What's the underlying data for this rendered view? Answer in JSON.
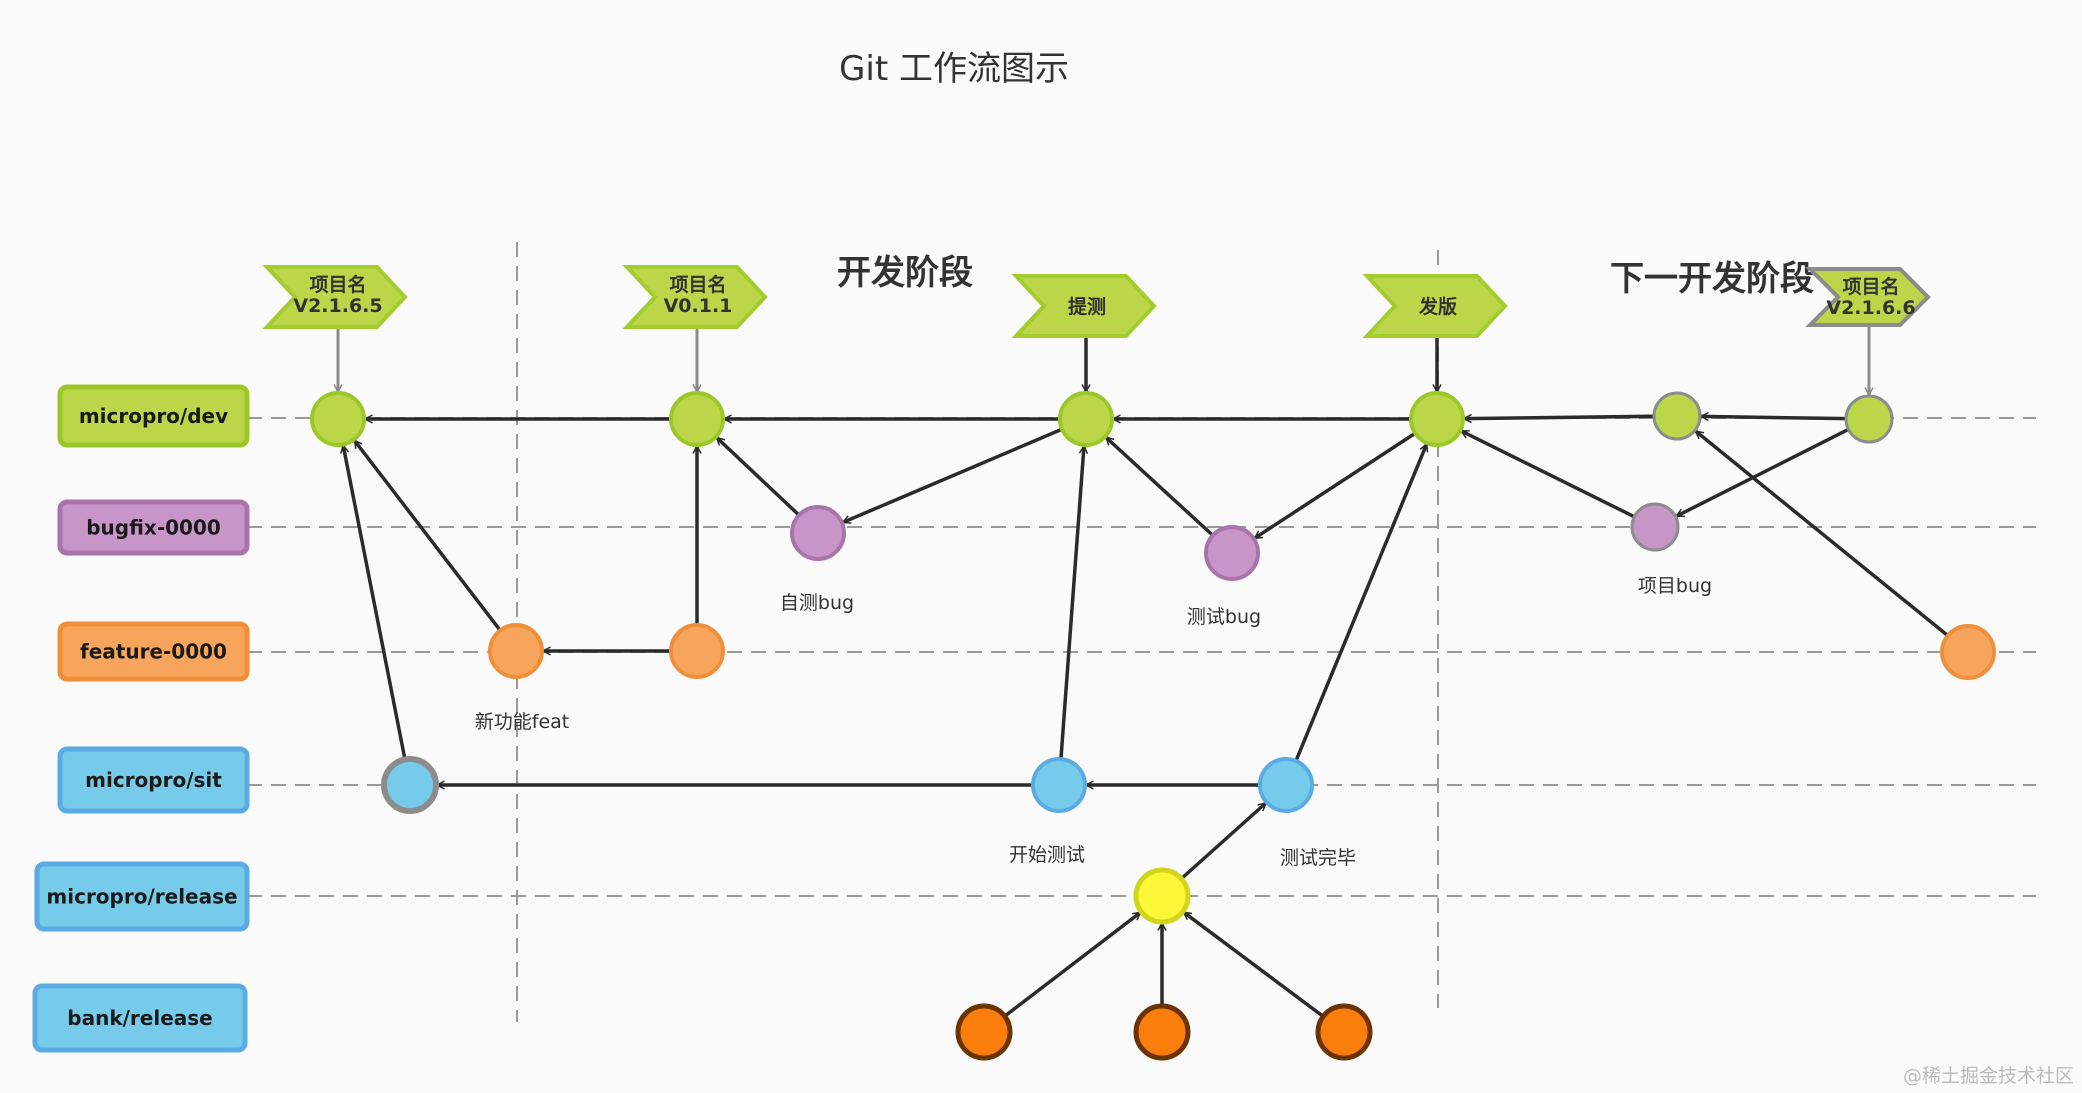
{
  "title": "Git 工作流图示",
  "phases": [
    {
      "id": "dev-phase",
      "label": "开发阶段"
    },
    {
      "id": "next-dev-phase",
      "label": "下一开发阶段"
    }
  ],
  "watermark": "@稀土掘金技术社区",
  "branches": [
    {
      "id": "dev",
      "label": "micropro/dev",
      "fill": "#bcd64a",
      "stroke": "#9cc729"
    },
    {
      "id": "bugfix",
      "label": "bugfix-0000",
      "fill": "#c795c8",
      "stroke": "#a775aa"
    },
    {
      "id": "feature",
      "label": "feature-0000",
      "fill": "#f7a55c",
      "stroke": "#ef8f3a"
    },
    {
      "id": "sit",
      "label": "micropro/sit",
      "fill": "#77cbea",
      "stroke": "#5aabe3"
    },
    {
      "id": "release",
      "label": "micropro/release",
      "fill": "#77cbea",
      "stroke": "#5aabe3"
    },
    {
      "id": "bank",
      "label": "bank/release",
      "fill": "#77cbea",
      "stroke": "#5aabe3"
    }
  ],
  "tags": [
    {
      "id": "tag-v2165",
      "lines": [
        "项目名",
        "V2.1.6.5"
      ],
      "target": "dev1",
      "style": "green",
      "arrow": "gray"
    },
    {
      "id": "tag-v011",
      "lines": [
        "项目名",
        "V0.1.1"
      ],
      "target": "dev2",
      "style": "green",
      "arrow": "gray"
    },
    {
      "id": "tag-submit-test",
      "lines": [
        "提测"
      ],
      "target": "dev3",
      "style": "green",
      "arrow": "dark"
    },
    {
      "id": "tag-release",
      "lines": [
        "发版"
      ],
      "target": "dev4",
      "style": "green",
      "arrow": "dark"
    },
    {
      "id": "tag-v2166",
      "lines": [
        "项目名",
        "V2.1.6.6"
      ],
      "target": "dev6",
      "style": "gray",
      "arrow": "gray"
    }
  ],
  "nodes": [
    {
      "id": "dev1",
      "branch": "dev",
      "label": ""
    },
    {
      "id": "dev2",
      "branch": "dev",
      "label": ""
    },
    {
      "id": "dev3",
      "branch": "dev",
      "label": ""
    },
    {
      "id": "dev4",
      "branch": "dev",
      "label": ""
    },
    {
      "id": "dev5",
      "branch": "dev",
      "label": "",
      "next_phase": true
    },
    {
      "id": "dev6",
      "branch": "dev",
      "label": "",
      "next_phase": true
    },
    {
      "id": "bug1",
      "branch": "bugfix",
      "label": "自测bug"
    },
    {
      "id": "bug2",
      "branch": "bugfix",
      "label": "测试bug"
    },
    {
      "id": "bug3",
      "branch": "bugfix",
      "label": "项目bug",
      "next_phase": true
    },
    {
      "id": "feat1",
      "branch": "feature",
      "label": "新功能feat"
    },
    {
      "id": "feat2",
      "branch": "feature",
      "label": ""
    },
    {
      "id": "feat3",
      "branch": "feature",
      "label": ""
    },
    {
      "id": "sit1",
      "branch": "sit",
      "label": "",
      "gray_ring": true
    },
    {
      "id": "sit2",
      "branch": "sit",
      "label": "开始测试"
    },
    {
      "id": "sit3",
      "branch": "sit",
      "label": "测试完毕"
    },
    {
      "id": "rel1",
      "branch": "release",
      "label": "",
      "color": "yellow"
    },
    {
      "id": "bank1",
      "branch": "bank",
      "label": "",
      "color": "dark-orange"
    },
    {
      "id": "bank2",
      "branch": "bank",
      "label": "",
      "color": "dark-orange"
    },
    {
      "id": "bank3",
      "branch": "bank",
      "label": "",
      "color": "dark-orange"
    }
  ],
  "edges": [
    {
      "from": "dev2",
      "to": "dev1"
    },
    {
      "from": "dev3",
      "to": "dev2"
    },
    {
      "from": "dev4",
      "to": "dev3"
    },
    {
      "from": "dev5",
      "to": "dev4"
    },
    {
      "from": "dev6",
      "to": "dev5"
    },
    {
      "from": "feat1",
      "to": "dev1"
    },
    {
      "from": "sit1",
      "to": "dev1"
    },
    {
      "from": "feat2",
      "to": "feat1"
    },
    {
      "from": "feat2",
      "to": "dev2"
    },
    {
      "from": "bug1",
      "to": "dev2"
    },
    {
      "from": "dev3",
      "to": "bug1"
    },
    {
      "from": "bug2",
      "to": "dev3"
    },
    {
      "from": "sit2",
      "to": "dev3"
    },
    {
      "from": "dev4",
      "to": "bug2"
    },
    {
      "from": "sit3",
      "to": "dev4"
    },
    {
      "from": "bug3",
      "to": "dev4"
    },
    {
      "from": "dev6",
      "to": "bug3"
    },
    {
      "from": "feat3",
      "to": "dev5"
    },
    {
      "from": "sit2",
      "to": "sit1"
    },
    {
      "from": "sit3",
      "to": "sit2"
    },
    {
      "from": "rel1",
      "to": "sit3"
    },
    {
      "from": "bank1",
      "to": "rel1"
    },
    {
      "from": "bank2",
      "to": "rel1"
    },
    {
      "from": "bank3",
      "to": "rel1"
    }
  ],
  "node_colors": {
    "yellow": {
      "fill": "#fdf73a",
      "stroke": "#d4d41a"
    },
    "dark-orange": {
      "fill": "#fb7d0b",
      "stroke": "#6b3300"
    },
    "gray_ring_stroke": "#8c8c8c",
    "next_phase_stroke": "#8c8c8c"
  },
  "tag_colors": {
    "green": {
      "fill": "#bcd64a",
      "stroke": "#a3cc2e"
    },
    "gray": {
      "fill": "#bcd64a",
      "stroke": "#8c8c8c"
    }
  }
}
